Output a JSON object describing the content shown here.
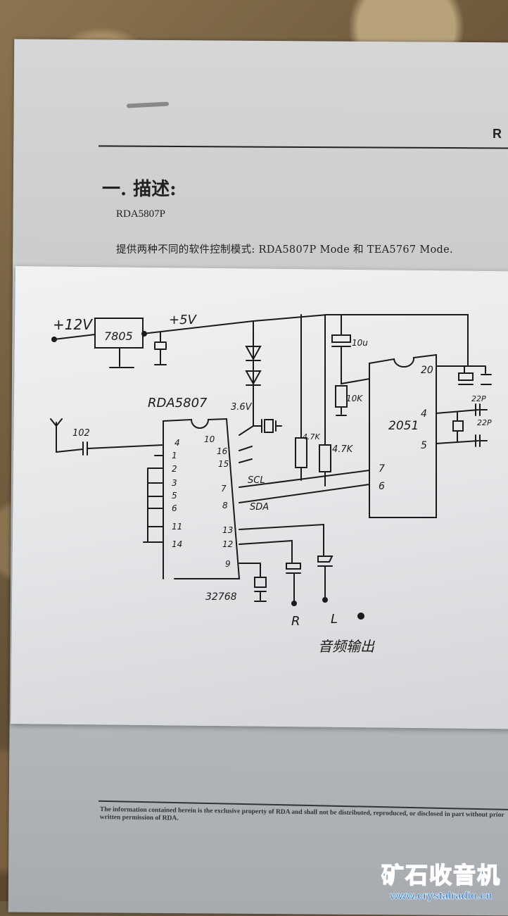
{
  "document": {
    "header_fragment": "R",
    "heading": "一. 描述:",
    "part_name": "RDA5807P",
    "description": "提供两种不同的软件控制模式: RDA5807P Mode 和 TEA5767 Mode.",
    "footer": "The information contained herein is the exclusive property of RDA and shall not be distributed, reproduced, or disclosed in part without prior written permission of RDA."
  },
  "schematic": {
    "input_voltage": "+12V",
    "regulator": "7805",
    "rail_voltage": "+5V",
    "diode_voltage": "3.6V",
    "radio_chip": "RDA5807",
    "antenna_cap": "102",
    "mcu": "2051",
    "left_pins": [
      "4",
      "1",
      "2",
      "3",
      "5",
      "6",
      "11",
      "14"
    ],
    "right_pins": [
      "10",
      "16",
      "15",
      "7",
      "8",
      "13",
      "12",
      "9"
    ],
    "mcu_pins": {
      "p20": "20",
      "p4": "4",
      "p5": "5",
      "p7": "7",
      "p6": "6"
    },
    "scl": "SCL",
    "sda": "SDA",
    "pullup_1": "4.7K",
    "pullup_2": "4.7K",
    "reset_cap": "10u",
    "reset_res": "10K",
    "xtal_cap_1": "22P",
    "xtal_cap_2": "22P",
    "crystal": "32768",
    "out_r": "R",
    "out_l": "L",
    "audio_out": "音频输出"
  },
  "watermark": {
    "title": "矿石收音机",
    "url": "www.crystalradio.cn"
  }
}
